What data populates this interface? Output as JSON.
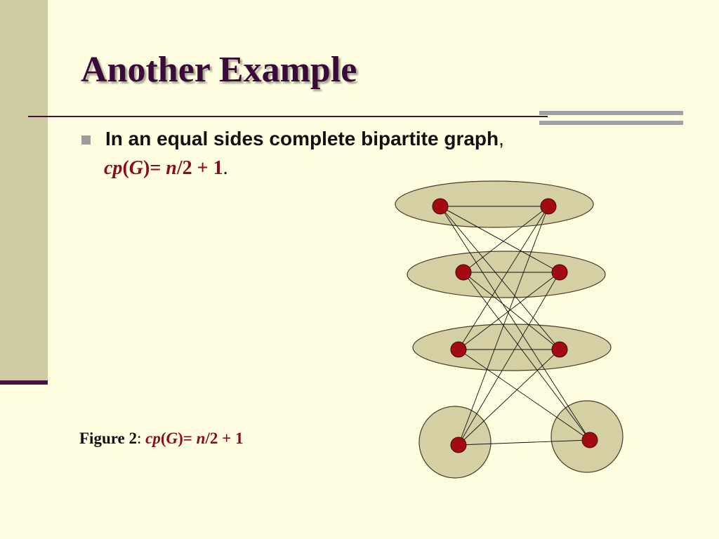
{
  "title": "Another Example",
  "bullet": {
    "text": "In an equal sides complete bipartite graph",
    "comma": ",",
    "formula": {
      "cp": "cp",
      "open": "(",
      "G": "G",
      "close_eq": ")= ",
      "n": "n",
      "tail": "/2 + 1",
      "period": "."
    }
  },
  "caption": {
    "label": "Figure 2",
    "colon": ": ",
    "cp": "cp",
    "open": "(",
    "G": "G",
    "close_eq": ")= ",
    "n": "n",
    "tail": "/2 + 1"
  },
  "colors": {
    "background": "#FFFDE0",
    "band": "#CDCCA0",
    "accent": "#4A1040",
    "ellipse_fill": "#D4D0A4",
    "vertex_fill": "#A30A12",
    "formula": "#8B0A22"
  },
  "graph": {
    "groups": 4,
    "vertices_per_group": 2,
    "edges": "complete bipartite between left and right vertices"
  }
}
